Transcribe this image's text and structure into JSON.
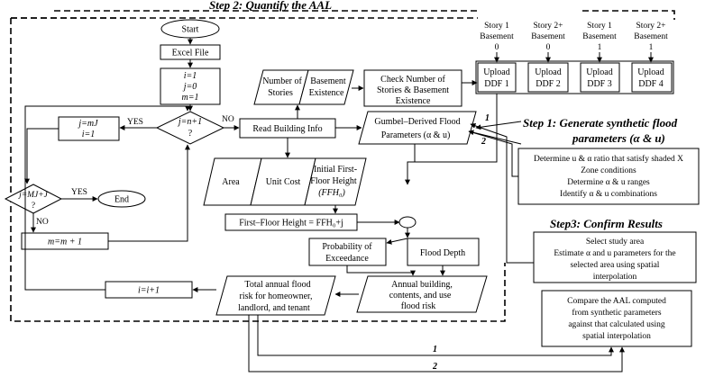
{
  "headings": {
    "step2": "Step 2: Quantify the AAL",
    "step1a": "Step 1: Generate synthetic flood",
    "step1b": "parameters (α & u)",
    "step3": "Step3: Confirm Results"
  },
  "flow": {
    "start": "Start",
    "excel": "Excel File",
    "init": [
      "i=1",
      "j=0",
      "m=1"
    ],
    "decision1": [
      "j=n+1",
      "?"
    ],
    "yes": "YES",
    "no": "NO",
    "jmj": [
      "j=mJ",
      "i=1"
    ],
    "decision2": [
      "j=MJ+J",
      "?"
    ],
    "end": "End",
    "m_inc": "m=m + 1",
    "i_inc": "i=i+1",
    "stories": [
      "Number of",
      "Stories"
    ],
    "basement": [
      "Basement",
      "Existence"
    ],
    "check": [
      "Check Number of",
      "Stories & Basement",
      "Existence"
    ],
    "read": "Read Building  Info",
    "gumbel": [
      "Gumbel–Derived Flood",
      "Parameters (α & u)"
    ],
    "area": "Area",
    "unit_cost": "Unit Cost",
    "initial_ffh": [
      "Initial First-",
      "Floor Height",
      "(FFH₀)"
    ],
    "ffh": "First–Floor Height = FFH₀+j",
    "prob": [
      "Probability  of",
      "Exceedance"
    ],
    "depth": "Flood Depth",
    "annual": [
      "Annual building,",
      "contents, and use",
      "flood risk"
    ],
    "total": [
      "Total annual flood",
      "risk for homeowner,",
      "landlord, and tenant"
    ]
  },
  "ddf": {
    "headers": [
      [
        "Story 1",
        "Basement",
        "0"
      ],
      [
        "Story 2+",
        "Basement",
        "0"
      ],
      [
        "Story 1",
        "Basement",
        "1"
      ],
      [
        "Story 2+",
        "Basement",
        "1"
      ]
    ],
    "cells": [
      [
        "Upload",
        "DDF 1"
      ],
      [
        "Upload",
        "DDF 2"
      ],
      [
        "Upload",
        "DDF 3"
      ],
      [
        "Upload",
        "DDF 4"
      ]
    ]
  },
  "step1_box": [
    "Determine  u & α ratio that satisfy  shaded X",
    "Zone conditions",
    "Determine  α & u ranges",
    "Identify  α & u combinations"
  ],
  "step3_box": [
    "Select study area",
    "Estimate α and u parameters for the",
    "selected area using  spatial",
    "interpolation"
  ],
  "compare_box": [
    "Compare the AAL computed",
    "from synthetic parameters",
    "against that calculated using",
    "spatial interpolation"
  ],
  "arrow_labels": {
    "one": "1",
    "two": "2"
  }
}
